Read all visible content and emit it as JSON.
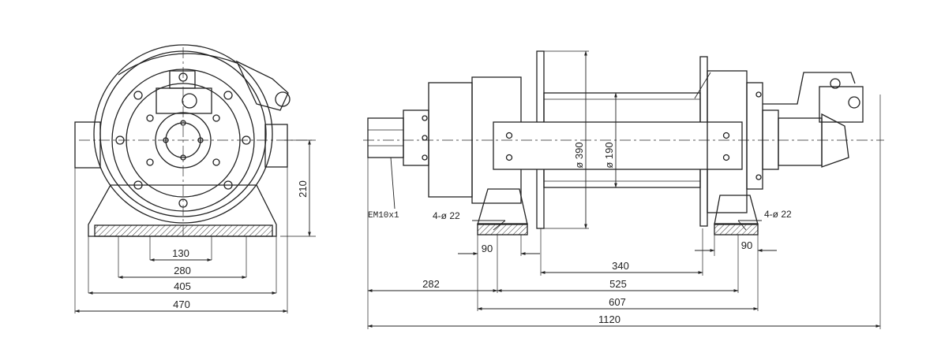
{
  "front_view": {
    "dims": {
      "d130": "130",
      "d280": "280",
      "d405": "405",
      "d470": "470",
      "d210": "210"
    }
  },
  "side_view": {
    "dims": {
      "d90_left": "90",
      "d90_right": "90",
      "d340": "340",
      "d282": "282",
      "d525": "525",
      "d607": "607",
      "d1120": "1120",
      "dia390": "ø 390",
      "dia190": "ø 190"
    },
    "notes": {
      "hole_left": "4-ø 22",
      "hole_right": "4-ø 22",
      "shaft": "EM10x1"
    }
  }
}
